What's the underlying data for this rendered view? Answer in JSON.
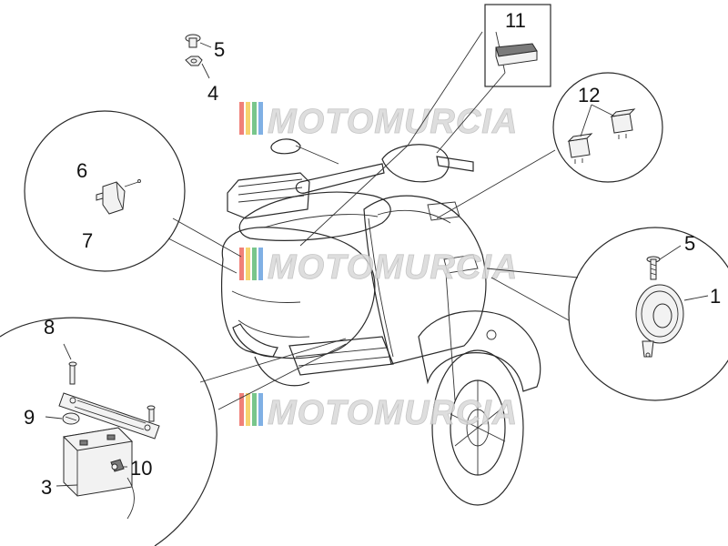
{
  "watermark": {
    "text": "MOTOMURCIA",
    "stripe_colors": [
      "#e94a3f",
      "#f2c232",
      "#3fae5a",
      "#4a8fd8"
    ]
  },
  "callouts": {
    "n1": "1",
    "n3": "3",
    "n4": "4",
    "n5a": "5",
    "n5b": "5",
    "n6": "6",
    "n7": "7",
    "n8": "8",
    "n9": "9",
    "n10": "10",
    "n11": "11",
    "n12": "12"
  }
}
